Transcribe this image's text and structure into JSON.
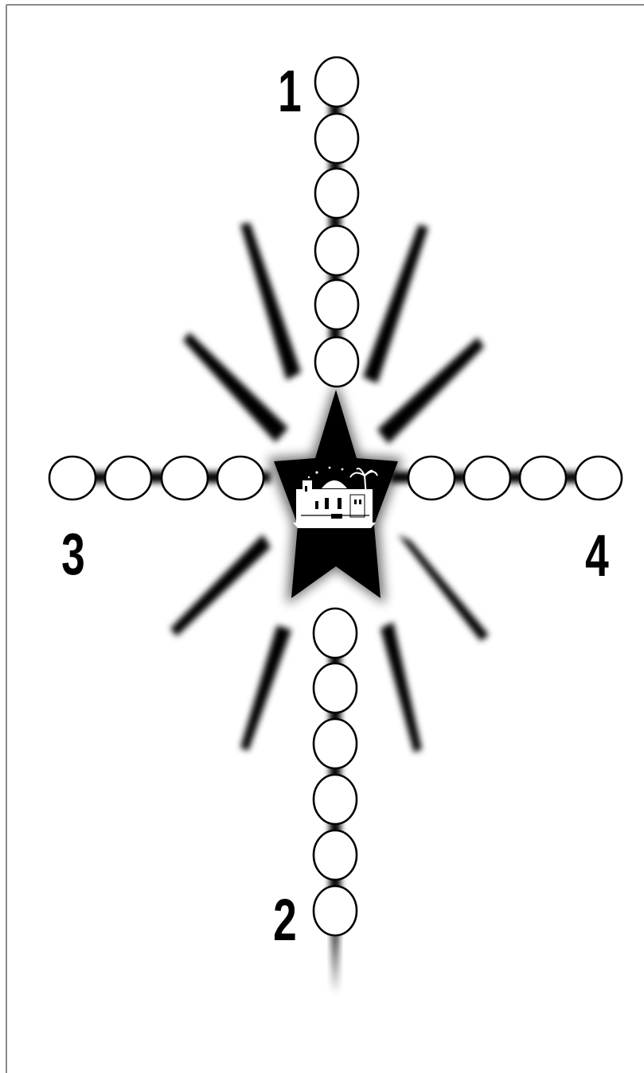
{
  "board": {
    "colors": {
      "background": "#ffffff",
      "ink": "#000000",
      "frame": "#8a8a8a"
    },
    "start_labels": {
      "top": "1",
      "bottom": "2",
      "left": "3",
      "right": "4"
    },
    "paths": {
      "top_spaces": 6,
      "bottom_spaces": 6,
      "left_spaces": 4,
      "right_spaces": 4
    },
    "center": {
      "icon": "star-with-town-scene-icon"
    }
  }
}
